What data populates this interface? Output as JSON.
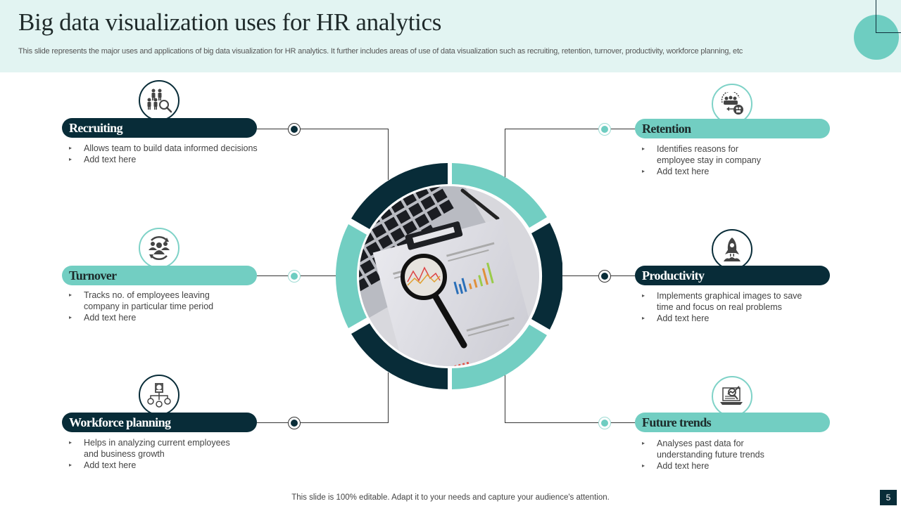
{
  "header": {
    "title": "Big data visualization uses for HR analytics",
    "subtitle": "This slide represents the major uses and applications of big data visualization for HR analytics. It further includes areas of use of data visualization such as recruiting, retention, turnover, productivity,  workforce planning, etc"
  },
  "colors": {
    "dark": "#082c38",
    "teal": "#72cec2",
    "header_bg": "#e2f4f2"
  },
  "items": [
    {
      "title": "Recruiting",
      "style": "dark",
      "icon": "people-search-icon",
      "bullets": [
        "Allows team to build data informed  decisions",
        "Add text here"
      ]
    },
    {
      "title": "Turnover",
      "style": "teal",
      "icon": "people-cycle-icon",
      "bullets": [
        "Tracks no. of employees leaving",
        "company in particular time period",
        "Add text here"
      ]
    },
    {
      "title": "Workforce planning",
      "style": "dark",
      "icon": "org-chart-icon",
      "bullets": [
        "Helps in analyzing current employees",
        "and business growth",
        "Add text here"
      ]
    },
    {
      "title": "Retention",
      "style": "teal",
      "icon": "team-retention-icon",
      "bullets": [
        "Identifies  reasons for",
        "employee  stay in company",
        "Add text here"
      ]
    },
    {
      "title": "Productivity",
      "style": "dark",
      "icon": "rocket-icon",
      "bullets": [
        "Implements graphical images to save",
        "time and focus on real problems",
        "Add text here"
      ]
    },
    {
      "title": "Future trends",
      "style": "teal",
      "icon": "laptop-trend-icon",
      "bullets": [
        "Analyses past data for",
        "understanding future trends",
        "Add text here"
      ]
    }
  ],
  "center_image": {
    "description": "clipboard with charts and magnifying glass on laptop"
  },
  "footer": {
    "note": "This slide is 100% editable. Adapt it to your needs and capture your audience's attention.",
    "page_number": "5"
  }
}
